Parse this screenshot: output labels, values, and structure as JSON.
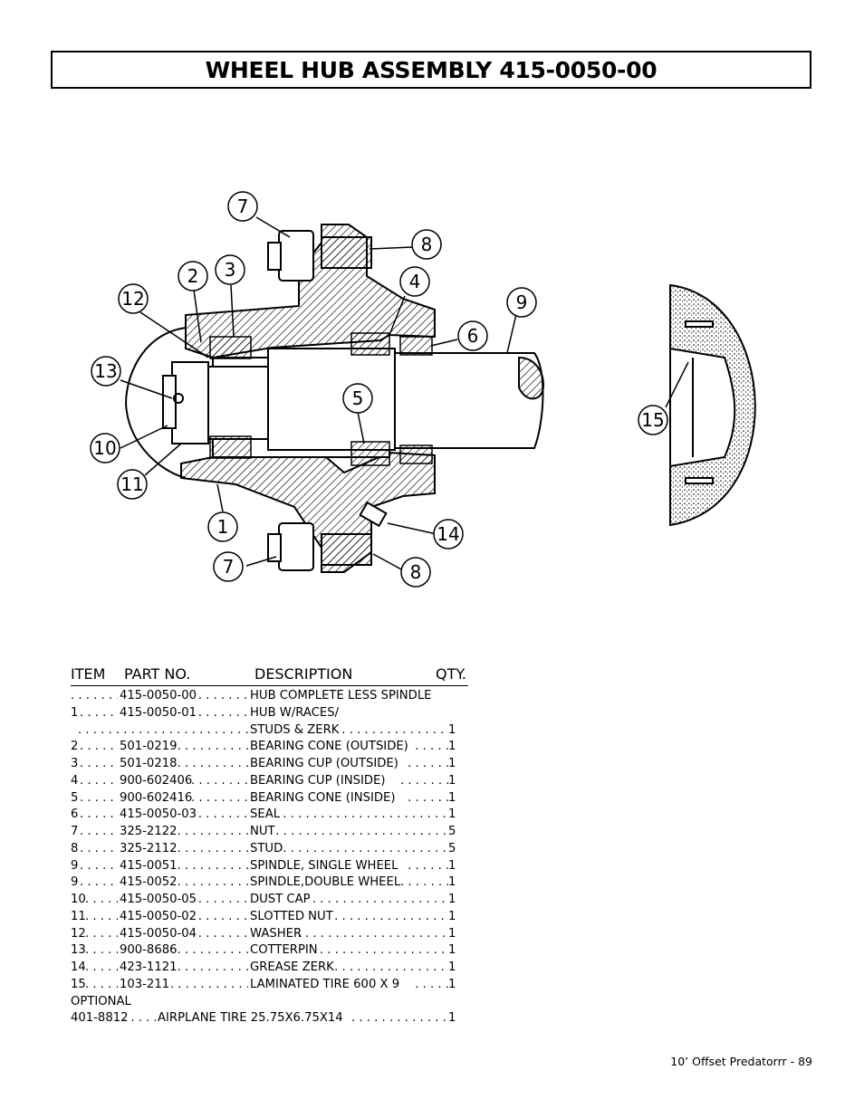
{
  "title": "WHEEL HUB ASSEMBLY 415-0050-00",
  "callouts": [
    "7",
    "8",
    "2",
    "3",
    "4",
    "12",
    "9",
    "6",
    "13",
    "5",
    "15",
    "10",
    "11",
    "1",
    "14",
    "7",
    "8"
  ],
  "table": {
    "headers": {
      "item": "ITEM",
      "part": "PART NO.",
      "desc": "DESCRIPTION",
      "qty": "QTY."
    },
    "rows": [
      {
        "item": "",
        "part": "415-0050-00",
        "desc": "HUB COMPLETE LESS SPINDLE",
        "qty": ""
      },
      {
        "item": "1",
        "part": "415-0050-01",
        "desc": "HUB W/RACES/",
        "qty": ""
      },
      {
        "item": "",
        "part": "",
        "desc": "STUDS & ZERK",
        "qty": "1"
      },
      {
        "item": "2",
        "part": "501-0219",
        "desc": "BEARING CONE (OUTSIDE)",
        "qty": "1"
      },
      {
        "item": "3",
        "part": "501-0218",
        "desc": "BEARING CUP (OUTSIDE)",
        "qty": "1"
      },
      {
        "item": "4",
        "part": "900-602406",
        "desc": "BEARING CUP (INSIDE)",
        "qty": "1"
      },
      {
        "item": "5",
        "part": "900-602416",
        "desc": "BEARING CONE (INSIDE)",
        "qty": "1"
      },
      {
        "item": "6",
        "part": "415-0050-03",
        "desc": "SEAL",
        "qty": "1"
      },
      {
        "item": "7",
        "part": "325-2122",
        "desc": "NUT",
        "qty": "5"
      },
      {
        "item": "8",
        "part": "325-2112",
        "desc": "STUD",
        "qty": "5"
      },
      {
        "item": "9",
        "part": "415-0051",
        "desc": "SPINDLE, SINGLE WHEEL",
        "qty": "1"
      },
      {
        "item": "9",
        "part": "415-0052",
        "desc": "SPINDLE,DOUBLE WHEEL",
        "qty": "1"
      },
      {
        "item": "10",
        "part": "415-0050-05",
        "desc": "DUST CAP",
        "qty": "1"
      },
      {
        "item": "11",
        "part": "415-0050-02",
        "desc": "SLOTTED NUT",
        "qty": "1"
      },
      {
        "item": "12",
        "part": "415-0050-04",
        "desc": "WASHER",
        "qty": "1"
      },
      {
        "item": "13",
        "part": "900-8686",
        "desc": "COTTERPIN",
        "qty": "1"
      },
      {
        "item": "14",
        "part": "423-1121",
        "desc": "GREASE ZERK",
        "qty": "1"
      },
      {
        "item": "15",
        "part": "103-211",
        "desc": "LAMINATED TIRE 600 X 9",
        "qty": "1"
      }
    ],
    "optional_label": "OPTIONAL",
    "optional_part": "401-8812",
    "optional_desc": "AIRPLANE TIRE 25.75X6.75X14",
    "optional_qty": "1"
  },
  "footer": "10’ Offset Predatorrr - 89"
}
